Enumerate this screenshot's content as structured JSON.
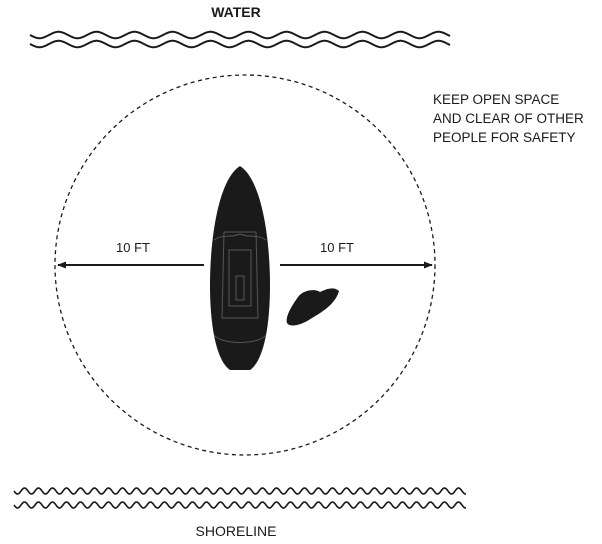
{
  "labels": {
    "top": "WATER",
    "bottom": "SHORELINE",
    "left_distance": "10 FT",
    "right_distance": "10 FT"
  },
  "note": [
    "KEEP OPEN SPACE",
    "AND CLEAR OF OTHER",
    "PEOPLE FOR SAFETY"
  ],
  "icons": [
    "water-waves-icon",
    "shoreline-waves-icon",
    "board-icon",
    "fin-icon"
  ],
  "colors": {
    "ink": "#1a1a1a",
    "background": "#ffffff"
  }
}
